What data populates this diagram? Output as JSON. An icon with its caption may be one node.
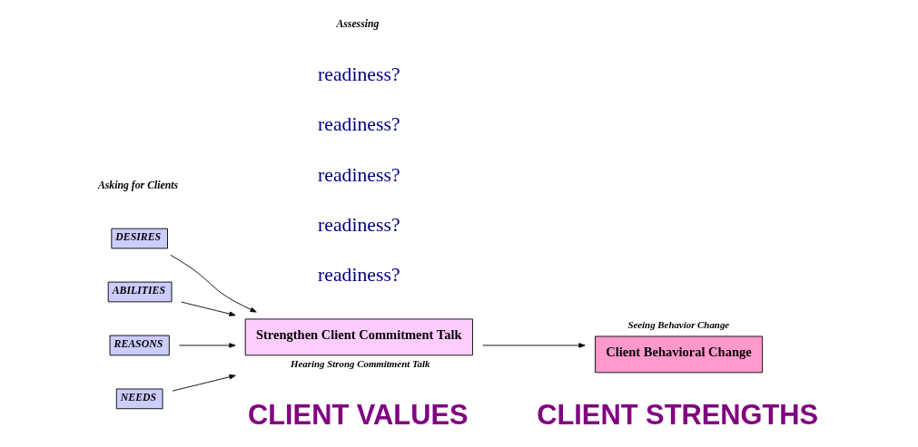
{
  "diagram": {
    "nodes": [
      {
        "text": [
          "DESIRES"
        ]
      },
      {
        "text": [
          "ABILITIES"
        ]
      },
      {
        "text": [
          "REASONS"
        ]
      },
      {
        "text": [
          "NEEDS"
        ]
      },
      {
        "text": [
          "Strengthen Client Commitment Talk"
        ],
        "beside": [
          "Hearing Strong Commitment Talk"
        ]
      },
      {
        "text": [
          "Client Behavioral Change"
        ],
        "beside": [
          "Seeing Behavior Change"
        ]
      }
    ],
    "edges": [
      {
        "from": 0,
        "to": 4,
        "arrow": "to"
      },
      {
        "from": 1,
        "to": 4,
        "arrow": "to"
      },
      {
        "from": 2,
        "to": 4,
        "arrow": "to"
      },
      {
        "from": 3,
        "to": 4,
        "arrow": "to"
      },
      {
        "from": 4,
        "to": 5,
        "arrow": "to"
      }
    ],
    "labels": [
      "Asking for Clients",
      "Assessing",
      "readiness?",
      "readiness?",
      "readiness?",
      "readiness?",
      "readiness?",
      "CLIENT VALUES",
      "CLIENT STRENGTHS"
    ]
  }
}
